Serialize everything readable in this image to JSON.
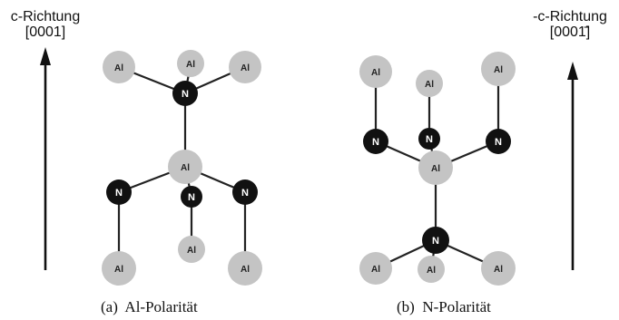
{
  "left_direction": {
    "line1": "c-Richtung",
    "line2": "[0001]"
  },
  "right_direction": {
    "line1": "-c-Richtung",
    "line2": "[0001̄]"
  },
  "captions": {
    "left": "(a)  Al-Polarität",
    "right": "(b)  N-Polarität"
  },
  "atom_labels": {
    "al": "Al",
    "n": "N"
  },
  "colors": {
    "al_atom": "#c4c4c4",
    "n_atom": "#111111",
    "bond": "#222222"
  }
}
